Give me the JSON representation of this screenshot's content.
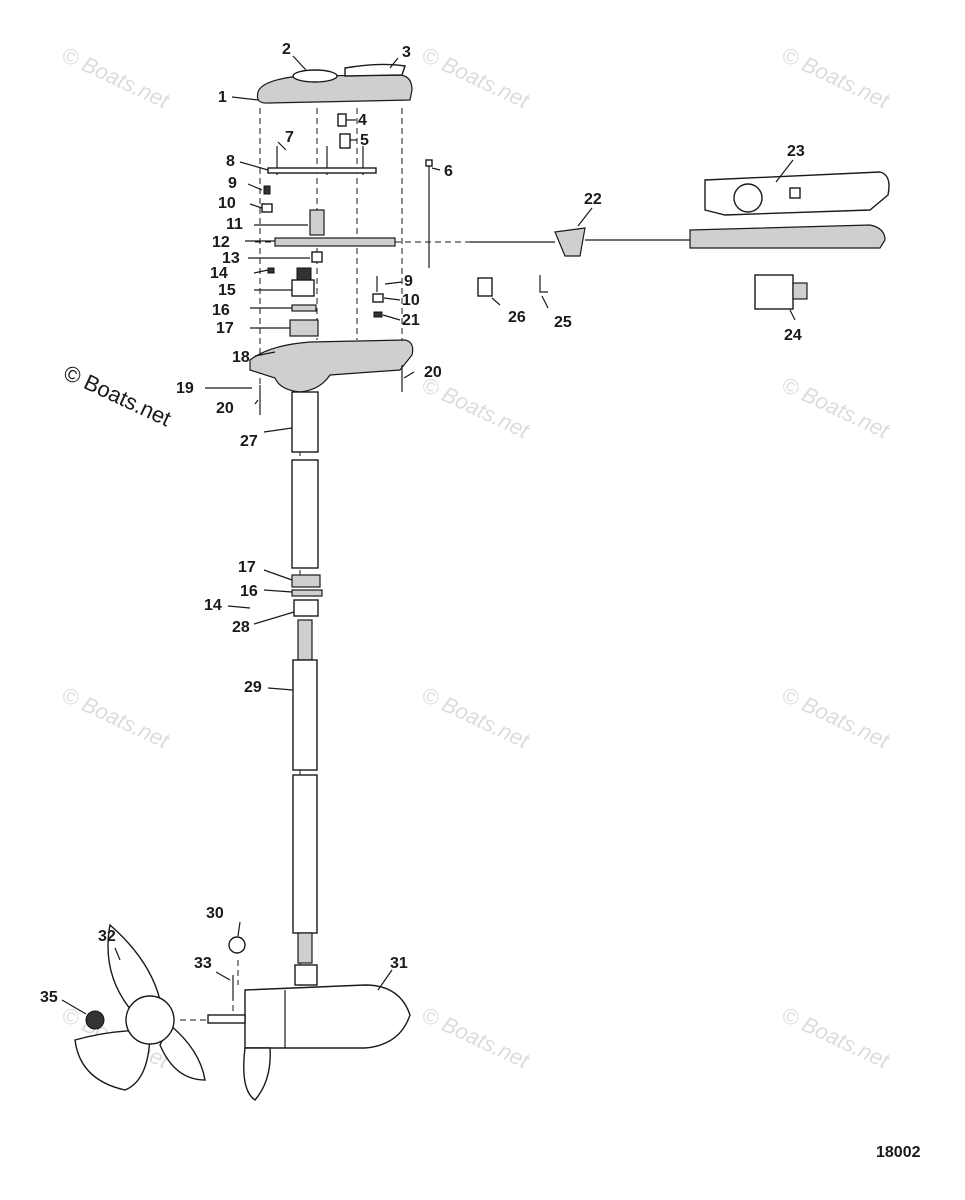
{
  "watermark": "© Boats.net",
  "diagram_number": "18002",
  "callouts": [
    "1",
    "2",
    "3",
    "4",
    "5",
    "6",
    "7",
    "8",
    "9",
    "10",
    "11",
    "12",
    "13",
    "14",
    "15",
    "16",
    "17",
    "18",
    "19",
    "20",
    "21",
    "22",
    "23",
    "24",
    "25",
    "26",
    "27",
    "28",
    "29",
    "30",
    "31",
    "32",
    "33",
    "35"
  ]
}
